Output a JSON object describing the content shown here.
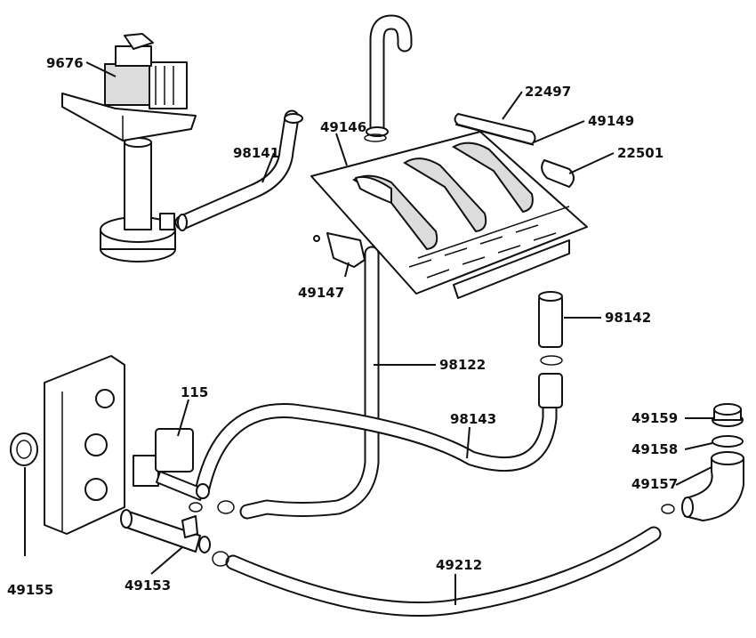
{
  "callouts": {
    "p9676": "9676",
    "p98141": "98141",
    "p49146": "49146",
    "p22497": "22497",
    "p49149": "49149",
    "p22501": "22501",
    "p49147": "49147",
    "p98142": "98142",
    "p98122": "98122",
    "p115": "115",
    "p98143": "98143",
    "p49159": "49159",
    "p49158": "49158",
    "p49157": "49157",
    "p49155": "49155",
    "p49153": "49153",
    "p49212": "49212"
  }
}
